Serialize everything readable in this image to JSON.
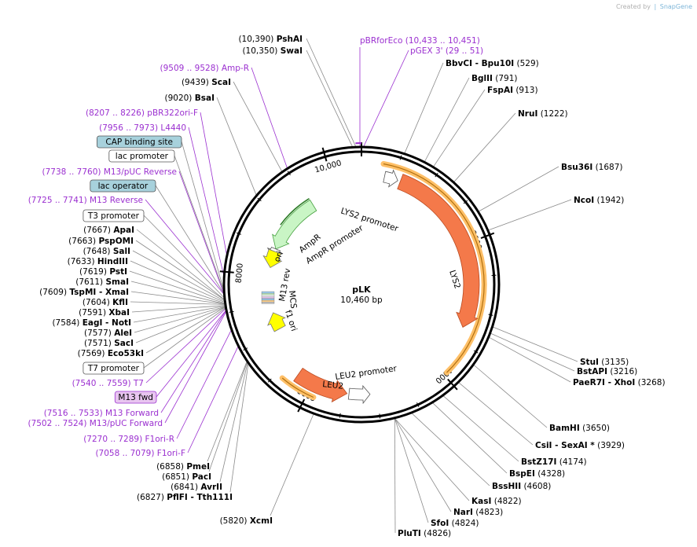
{
  "credit": {
    "prefix": "Created by",
    "brand": "SnapGene"
  },
  "plasmid": {
    "name": "pLK",
    "size_label": "10,460 bp",
    "length": 10460
  },
  "ticks": [
    {
      "pos": 2000,
      "label": "2000"
    },
    {
      "pos": 4000,
      "label": "4000"
    },
    {
      "pos": 6000,
      "label": "6000"
    },
    {
      "pos": 8000,
      "label": "8000"
    },
    {
      "pos": 10000,
      "label": "10,000"
    }
  ],
  "colors": {
    "backbone": "#000000",
    "lys2": "#f4794a",
    "leu2": "#f4794a",
    "promoter": "#ffffff",
    "ampr": "#c9f5c5",
    "ampr_stroke": "#47a140",
    "ori": "#ffff00",
    "f1ori": "#ffff00",
    "primer_band": "#ffc068",
    "primer_arrow": "#d08a1a",
    "box_fill": "#a7d1dc",
    "box_primer": "#e8c5f0",
    "purple": "#9b30d0"
  },
  "features": [
    {
      "name": "LYS2",
      "label": "LYS2"
    },
    {
      "name": "LYS2 promoter",
      "label": "LYS2 promoter"
    },
    {
      "name": "LEU2",
      "label": "LEU2"
    },
    {
      "name": "LEU2 promoter",
      "label": "LEU2 promoter"
    },
    {
      "name": "AmpR",
      "label": "AmpR"
    },
    {
      "name": "AmpR promoter",
      "label": "AmpR promoter"
    },
    {
      "name": "ori",
      "label": "ori"
    },
    {
      "name": "f1 ori",
      "label": "f1 ori"
    },
    {
      "name": "M13 rev",
      "label": "M13 rev"
    },
    {
      "name": "MCS",
      "label": "MCS"
    }
  ],
  "right_labels": [
    {
      "name": "BbvCI",
      "extra": " - Bpu10I",
      "pos": "(529)"
    },
    {
      "name": "BglII",
      "pos": "(791)"
    },
    {
      "name": "FspAI",
      "pos": "(913)"
    },
    {
      "name": "NruI",
      "pos": "(1222)"
    },
    {
      "name": "Bsu36I",
      "pos": "(1687)"
    },
    {
      "name": "NcoI",
      "pos": "(1942)"
    },
    {
      "name": "StuI",
      "pos": "(3135)"
    },
    {
      "name": "BstAPI",
      "pos": "(3216)"
    },
    {
      "name": "PaeR7I",
      "extra": " - XhoI",
      "pos": "(3268)"
    },
    {
      "name": "BamHI",
      "pos": "(3650)"
    },
    {
      "name": "CsiI",
      "extra": " - SexAI *",
      "pos": "(3929)"
    },
    {
      "name": "BstZ17I",
      "pos": "(4174)"
    },
    {
      "name": "BspEI",
      "pos": "(4328)"
    },
    {
      "name": "BssHII",
      "pos": "(4608)"
    },
    {
      "name": "KasI",
      "pos": "(4822)"
    },
    {
      "name": "NarI",
      "pos": "(4823)"
    },
    {
      "name": "SfoI",
      "pos": "(4824)"
    },
    {
      "name": "PluTI",
      "pos": "(4826)"
    }
  ],
  "top_labels": [
    {
      "pos": "(10,390)",
      "name": "PshAI"
    },
    {
      "pos": "(10,350)",
      "name": "SwaI"
    }
  ],
  "top_primers": [
    {
      "name": "pBRforEco",
      "pos": "(10,433 .. 10,451)"
    },
    {
      "name": "pGEX 3'",
      "pos": "(29 .. 51)"
    }
  ],
  "left_labels": [
    {
      "pos": "(9509 .. 9528)",
      "name": "Amp-R",
      "kind": "primer"
    },
    {
      "pos": "(9439)",
      "name": "ScaI",
      "kind": "site"
    },
    {
      "pos": "(9020)",
      "name": "BsaI",
      "kind": "site"
    },
    {
      "pos": "(8207 .. 8226)",
      "name": "pBR322ori-F",
      "kind": "primer"
    },
    {
      "pos": "(7956 .. 7973)",
      "name": "L4440",
      "kind": "primer"
    },
    {
      "name": "CAP binding site",
      "kind": "box-blue"
    },
    {
      "name": "lac promoter",
      "kind": "box-white"
    },
    {
      "pos": "(7738 .. 7760)",
      "name": "M13/pUC Reverse",
      "kind": "primer"
    },
    {
      "name": "lac operator",
      "kind": "box-blue"
    },
    {
      "pos": "(7725 .. 7741)",
      "name": "M13 Reverse",
      "kind": "primer"
    },
    {
      "name": "T3 promoter",
      "kind": "box-white"
    },
    {
      "pos": "(7667)",
      "name": "ApaI",
      "kind": "site"
    },
    {
      "pos": "(7663)",
      "name": "PspOMI",
      "kind": "site"
    },
    {
      "pos": "(7648)",
      "name": "SalI",
      "kind": "site"
    },
    {
      "pos": "(7633)",
      "name": "HindIII",
      "kind": "site"
    },
    {
      "pos": "(7619)",
      "name": "PstI",
      "kind": "site"
    },
    {
      "pos": "(7611)",
      "name": "SmaI",
      "kind": "site"
    },
    {
      "pos": "(7609)",
      "name": "TspMI",
      "extra": " - XmaI",
      "kind": "site"
    },
    {
      "pos": "(7604)",
      "name": "KflI",
      "kind": "site"
    },
    {
      "pos": "(7591)",
      "name": "XbaI",
      "kind": "site"
    },
    {
      "pos": "(7584)",
      "name": "EagI",
      "extra": " - NotI",
      "kind": "site"
    },
    {
      "pos": "(7577)",
      "name": "AleI",
      "kind": "site"
    },
    {
      "pos": "(7571)",
      "name": "SacI",
      "kind": "site"
    },
    {
      "pos": "(7569)",
      "name": "Eco53kI",
      "kind": "site"
    },
    {
      "name": "T7 promoter",
      "kind": "box-white"
    },
    {
      "pos": "(7540 .. 7559)",
      "name": "T7",
      "kind": "primer"
    },
    {
      "name": "M13 fwd",
      "kind": "box-purple"
    },
    {
      "pos": "(7516 .. 7533)",
      "name": "M13 Forward",
      "kind": "primer"
    },
    {
      "pos": "(7502 .. 7524)",
      "name": "M13/pUC Forward",
      "kind": "primer"
    },
    {
      "pos": "(7270 .. 7289)",
      "name": "F1ori-R",
      "kind": "primer"
    },
    {
      "pos": "(7058 .. 7079)",
      "name": "F1ori-F",
      "kind": "primer"
    }
  ],
  "bottom_labels": [
    {
      "pos": "(6858)",
      "name": "PmeI"
    },
    {
      "pos": "(6851)",
      "name": "PacI"
    },
    {
      "pos": "(6841)",
      "name": "AvrII"
    },
    {
      "pos": "(6827)",
      "name": "PflFI",
      "extra": " - Tth111I"
    },
    {
      "pos": "(5820)",
      "name": "XcmI"
    }
  ]
}
